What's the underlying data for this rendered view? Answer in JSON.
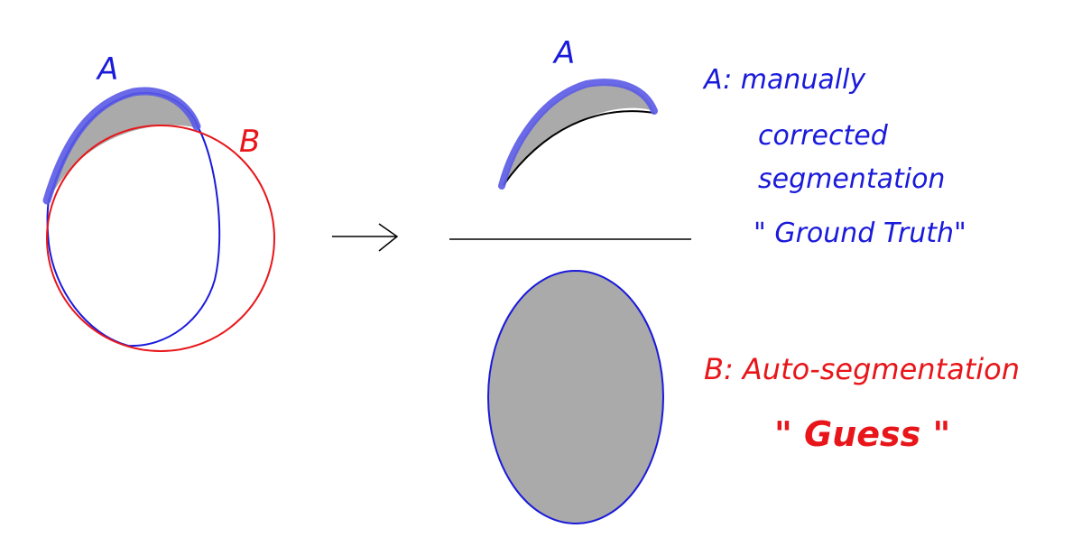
{
  "left_diagram": {
    "label_a": "A",
    "label_b": "B"
  },
  "right_diagram": {
    "numerator_label": "A"
  },
  "legend": {
    "a_line1": "A: manually",
    "a_line2": "corrected",
    "a_line3": "segmentation",
    "a_line4": "\" Ground Truth\"",
    "b_line1": "B: Auto-segmentation",
    "b_line2": "\" Guess \""
  },
  "colors": {
    "blue": "#1a1adb",
    "red": "#e8161a",
    "gray": "#aaaaaa",
    "black": "#000000",
    "highlight_blue": "#5a5ae6"
  }
}
